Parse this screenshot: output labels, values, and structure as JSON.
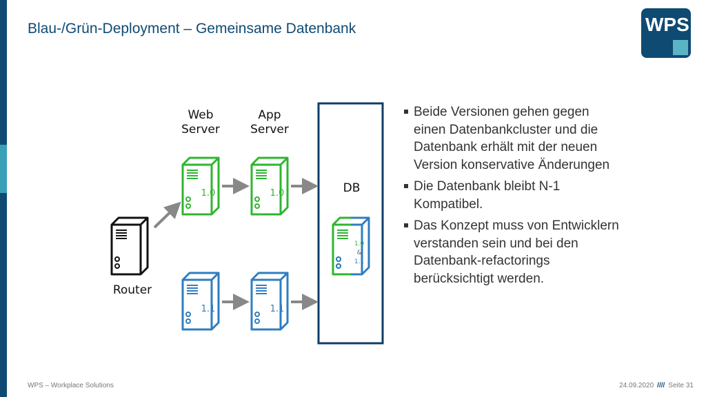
{
  "slide": {
    "title": "Blau-/Grün-Deployment – Gemeinsame Datenbank",
    "logo_text": "WPS"
  },
  "diagram": {
    "col_web_line1": "Web",
    "col_web_line2": "Server",
    "col_app_line1": "App",
    "col_app_line2": "Server",
    "db_label": "DB",
    "router_label": "Router",
    "green_version": "1.0",
    "blue_version": "1.1",
    "db_version_line1": "1.0",
    "db_version_line2": "&",
    "db_version_line3": "1.1",
    "colors": {
      "green": "#2fb52f",
      "blue": "#2f7dc0",
      "dark": "#111111",
      "arrow": "#888888",
      "frame": "#0f3d66"
    }
  },
  "bullets": [
    "Beide Versionen gehen gegen einen Datenbankcluster und die Datenbank erhält mit der neuen Version konservative Änderungen",
    "Die Datenbank bleibt N-1 Kompatibel.",
    "Das Konzept muss von Entwicklern verstanden sein und bei den Datenbank-refactorings berücksichtigt werden."
  ],
  "footer": {
    "left": "WPS – Workplace Solutions",
    "date": "24.09.2020",
    "separator": "////",
    "page": "Seite 31"
  }
}
